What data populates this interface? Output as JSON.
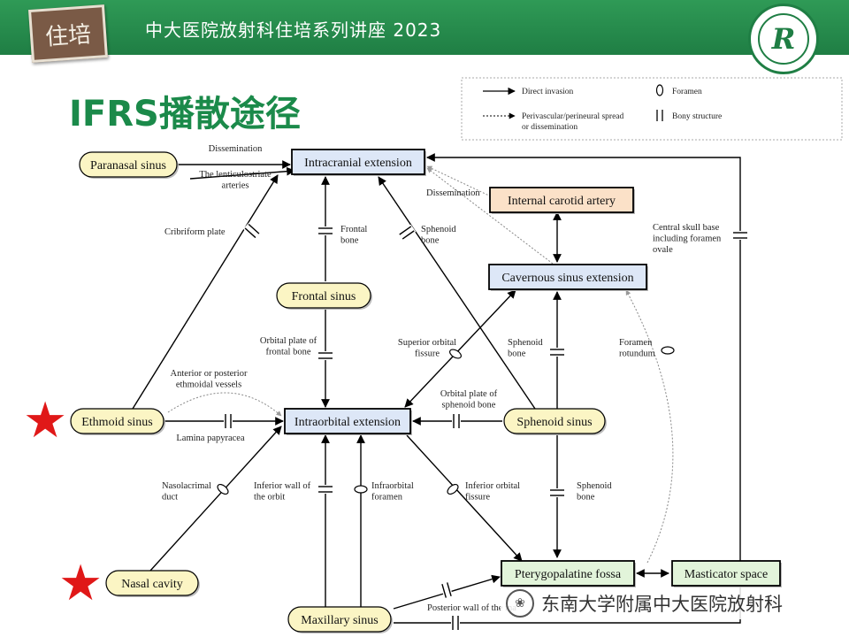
{
  "header": {
    "logo_text": "住培",
    "title": "中大医院放射科住培系列讲座 2023",
    "emblem_letter": "R"
  },
  "slide": {
    "title": "IFRS播散途径"
  },
  "legend": {
    "direct": "Direct invasion",
    "perivascular_1": "Perivascular/perineural spread",
    "perivascular_2": "or dissemination",
    "foramen": "Foramen",
    "bony": "Bony structure"
  },
  "nodes": [
    {
      "id": "paranasal",
      "label": "Paranasal sinus",
      "shape": "pill",
      "fill": "#fbf5c4"
    },
    {
      "id": "intracranial",
      "label": "Intracranial extension",
      "shape": "rect",
      "fill": "#dde7f7"
    },
    {
      "id": "ica",
      "label": "Internal carotid artery",
      "shape": "rect",
      "fill": "#fbe1c8"
    },
    {
      "id": "cavernous",
      "label": "Cavernous sinus extension",
      "shape": "rect",
      "fill": "#dde7f7"
    },
    {
      "id": "frontal",
      "label": "Frontal sinus",
      "shape": "pill",
      "fill": "#fbf5c4"
    },
    {
      "id": "ethmoid",
      "label": "Ethmoid sinus",
      "shape": "pill",
      "fill": "#fbf5c4"
    },
    {
      "id": "intraorbital",
      "label": "Intraorbital extension",
      "shape": "rect",
      "fill": "#dde7f7"
    },
    {
      "id": "sphenoid",
      "label": "Sphenoid sinus",
      "shape": "pill",
      "fill": "#fbf5c4"
    },
    {
      "id": "nasal",
      "label": "Nasal cavity",
      "shape": "pill",
      "fill": "#fbf5c4"
    },
    {
      "id": "ptery",
      "label": "Pterygopalatine fossa",
      "shape": "rect",
      "fill": "#e2f4da"
    },
    {
      "id": "masticator",
      "label": "Masticator space",
      "shape": "rect",
      "fill": "#e2f4da"
    },
    {
      "id": "maxillary",
      "label": "Maxillary sinus",
      "shape": "pill",
      "fill": "#fbf5c4"
    }
  ],
  "labels": [
    {
      "lines": [
        "Dissemination"
      ]
    },
    {
      "lines": [
        "The lenticulostriate",
        "arteries"
      ]
    },
    {
      "lines": [
        "Cribriform plate"
      ]
    },
    {
      "lines": [
        "Frontal",
        "bone"
      ]
    },
    {
      "lines": [
        "Sphenoid",
        "bone"
      ]
    },
    {
      "lines": [
        "Dissemination"
      ]
    },
    {
      "lines": [
        "Central skull base",
        "including foramen",
        "ovale"
      ]
    },
    {
      "lines": [
        "Orbital plate of",
        "frontal bone"
      ]
    },
    {
      "lines": [
        "Superior orbital",
        "fissure"
      ]
    },
    {
      "lines": [
        "Sphenoid",
        "bone"
      ]
    },
    {
      "lines": [
        "Foramen",
        "rotundum"
      ]
    },
    {
      "lines": [
        "Anterior or posterior",
        "ethmoidal vessels"
      ]
    },
    {
      "lines": [
        "Orbital plate of",
        "sphenoid bone"
      ]
    },
    {
      "lines": [
        "Lamina papyracea"
      ]
    },
    {
      "lines": [
        "Nasolacrimal",
        "duct"
      ]
    },
    {
      "lines": [
        "Inferior wall of",
        "the orbit"
      ]
    },
    {
      "lines": [
        "Infraorbital",
        "foramen"
      ]
    },
    {
      "lines": [
        "Inferior orbital",
        "fissure"
      ]
    },
    {
      "lines": [
        "Sphenoid",
        "bone"
      ]
    },
    {
      "lines": [
        "Posterior wall of the ma"
      ]
    }
  ],
  "stars": [
    "★",
    "★"
  ],
  "watermark": {
    "icon": "❀",
    "text": "东南大学附属中大医院放射科"
  },
  "colors": {
    "brand_green": "#1f7e44",
    "title_green": "#1b8a4a",
    "star_red": "#e01818"
  }
}
